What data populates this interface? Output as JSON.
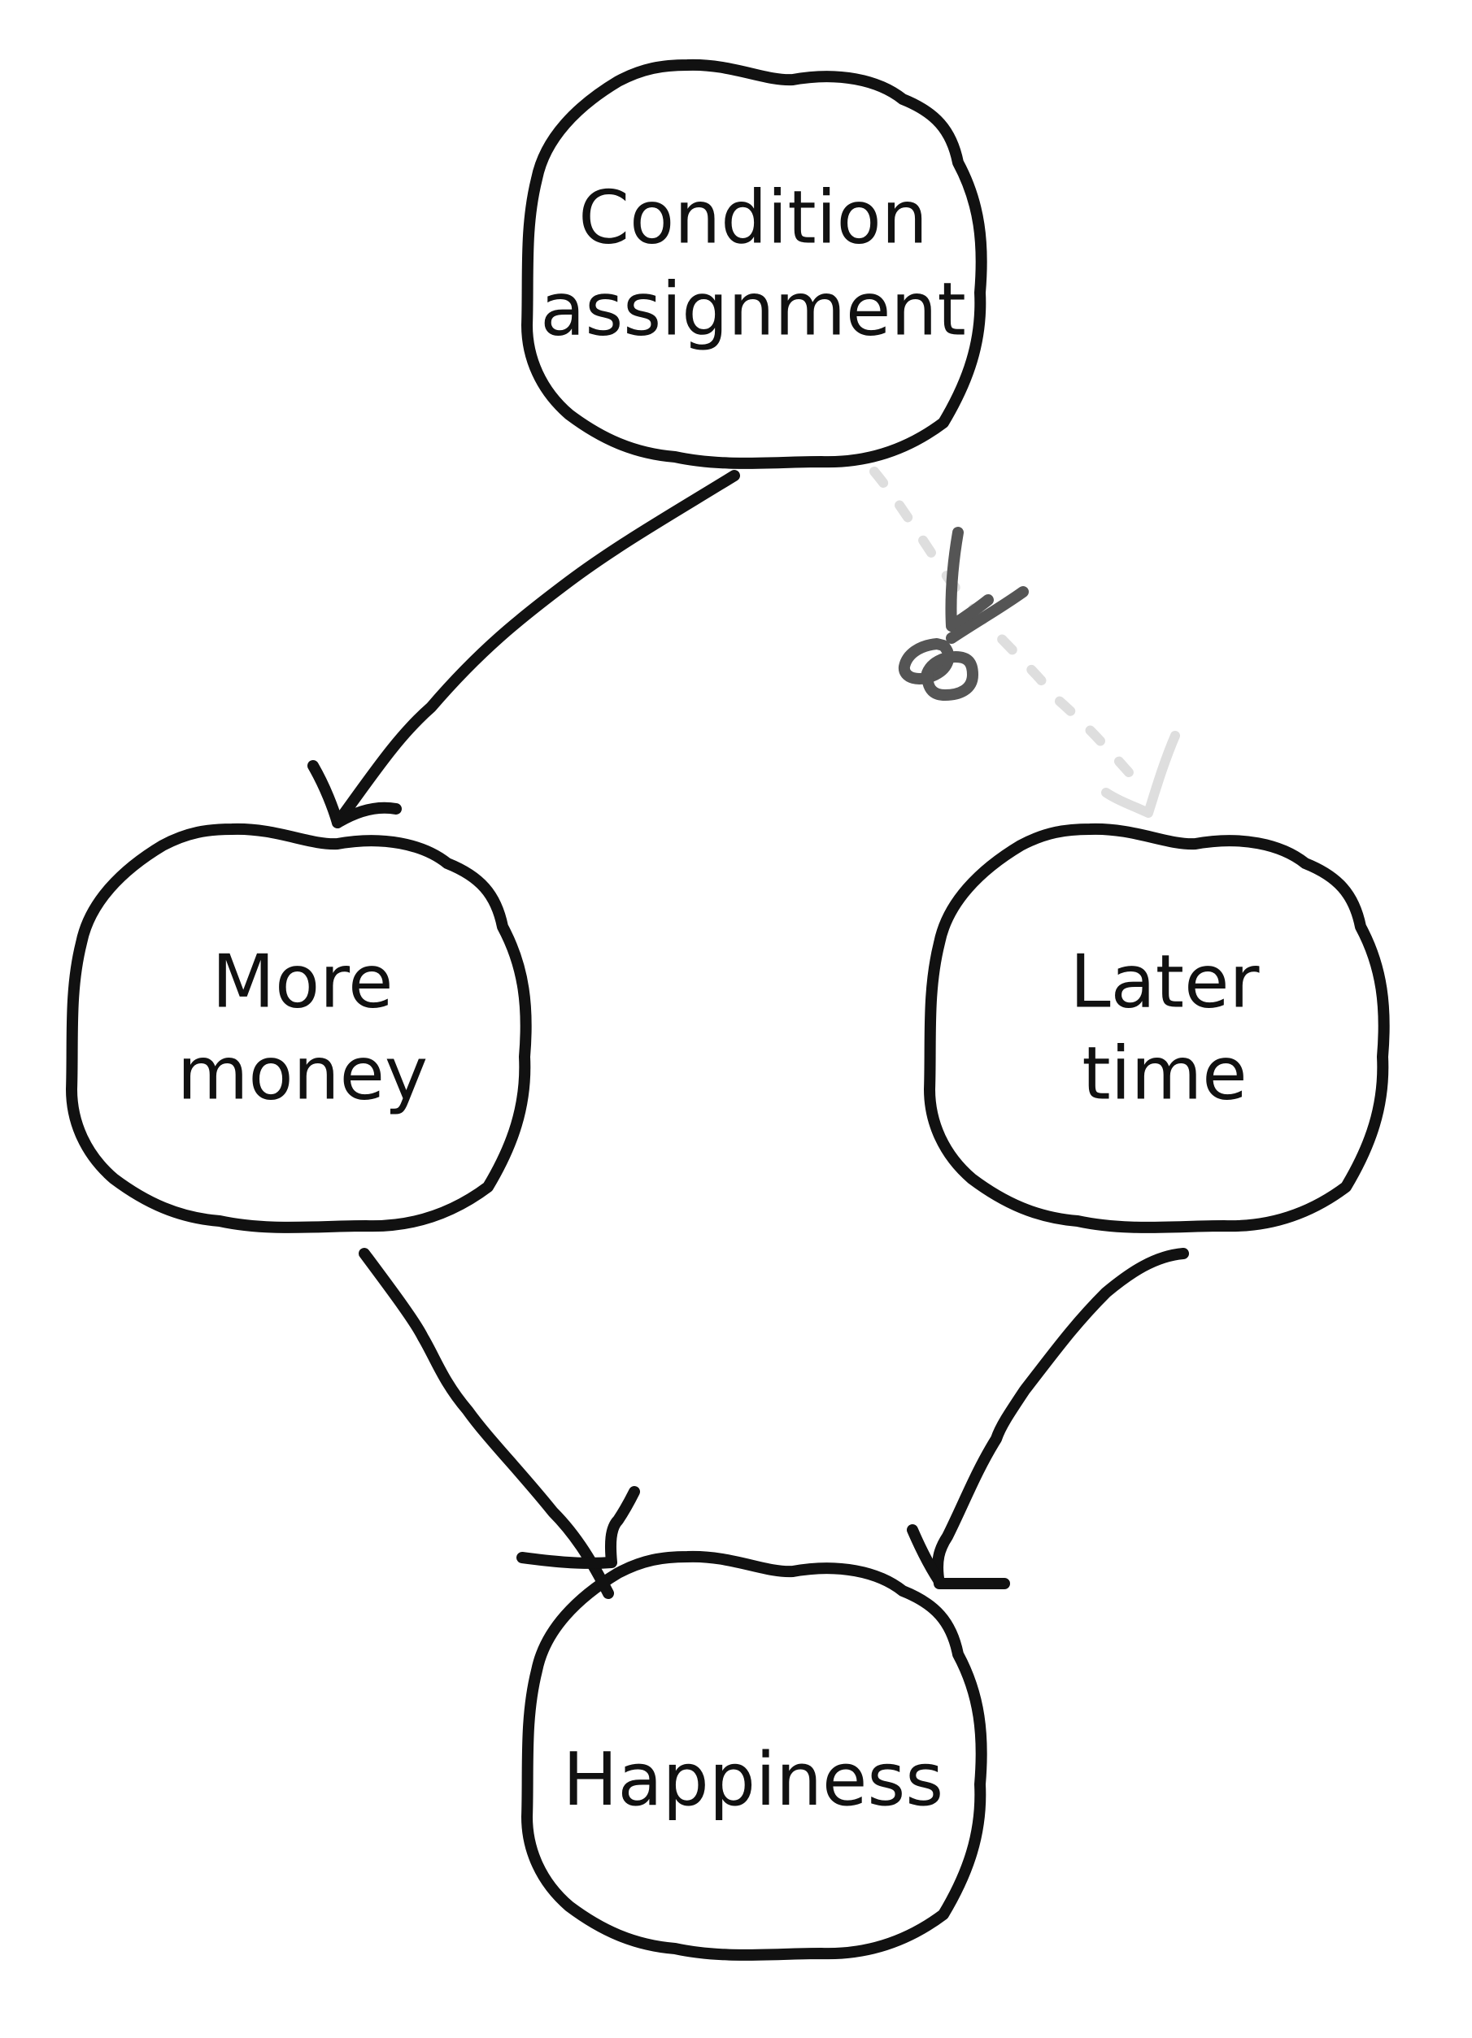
{
  "diagram": {
    "nodes": [
      {
        "id": "condition-assignment",
        "lines": [
          "Condition",
          "assignment"
        ]
      },
      {
        "id": "more-money",
        "lines": [
          "More",
          "money"
        ]
      },
      {
        "id": "later-time",
        "lines": [
          "Later",
          "time"
        ]
      },
      {
        "id": "happiness",
        "lines": [
          "Happiness"
        ]
      }
    ],
    "edges": [
      {
        "from": "condition-assignment",
        "to": "more-money",
        "style": "solid"
      },
      {
        "from": "condition-assignment",
        "to": "later-time",
        "style": "dashed-cut"
      },
      {
        "from": "more-money",
        "to": "happiness",
        "style": "solid"
      },
      {
        "from": "later-time",
        "to": "happiness",
        "style": "solid"
      }
    ],
    "icons": [
      "scissors-icon"
    ],
    "colors": {
      "ink": "#111111",
      "cut_edge": "#dedede",
      "scissors": "#555555",
      "background": "#ffffff"
    }
  }
}
